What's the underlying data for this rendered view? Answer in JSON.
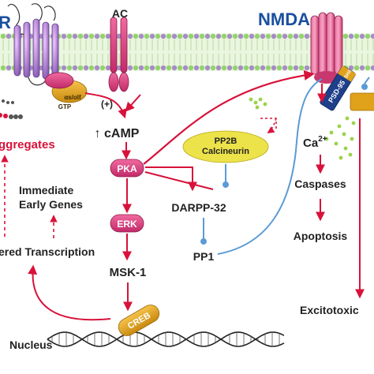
{
  "labels": {
    "receptor_letter": "R",
    "ac": "AC",
    "nmda": "NMDA",
    "gprotein_line1": "αs/olf",
    "gprotein_line2": "GTP",
    "plus": "(+)",
    "camp": "↑ cAMP",
    "pka": "PKA",
    "erk": "ERK",
    "msk1": "MSK-1",
    "creb": "CREB",
    "nucleus": "Nucleus",
    "pp2b_line1": "PP2B",
    "pp2b_line2": "Calcineurin",
    "darpp32": "DARPP-32",
    "pp1": "PP1",
    "psd95": "PSD-95",
    "sh3": "SH3",
    "calcium": "Ca",
    "calcium_sup": "2+",
    "caspases": "Caspases",
    "apoptosis": "Apoptosis",
    "excitotoxicity": "Excitotoxic",
    "aggregates": "ggregates",
    "ieg_line1": "Immediate",
    "ieg_line2": "Early Genes",
    "altered_transcription": "ered Transcription"
  },
  "colors": {
    "arrow_red": "#d8123a",
    "inhibit_blue": "#5b9bd5",
    "pill_pink": "#d33a78",
    "creb_gold": "#e0a21a",
    "pp2b_yellow": "#ece24a",
    "membrane_green": "#93d36b",
    "membrane_purple": "#a78bc9"
  }
}
